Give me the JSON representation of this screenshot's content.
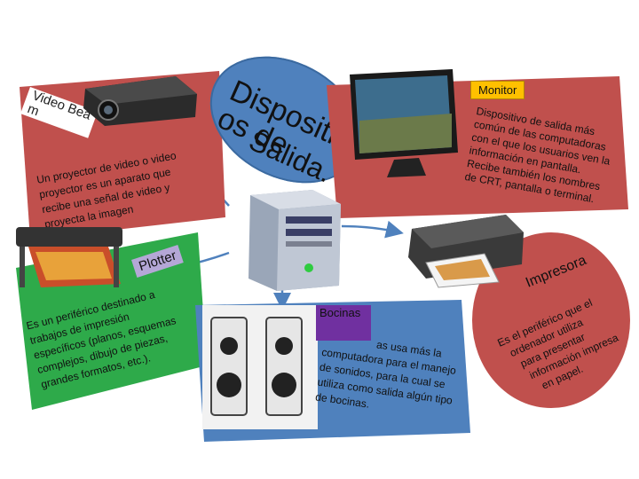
{
  "title": {
    "line1": "Dispositivos de",
    "line2": "Salida."
  },
  "video_beam": {
    "label_line1": "Video Bea",
    "label_line2": "m",
    "desc": [
      "Un proyector de video o video",
      "proyector es un aparato que",
      "recibe una señal de video y",
      "proyecta la imagen"
    ],
    "colors": {
      "panel": "#c0504d",
      "label_box": "#ffffff"
    }
  },
  "monitor": {
    "label": "Monitor",
    "desc": [
      "Dispositivo de salida más",
      "común de las computadoras",
      "con el que los usuarios ven la",
      "información en pantalla.",
      "Recibe también los nombres",
      "de CRT, pantalla o terminal."
    ],
    "colors": {
      "panel": "#c0504d",
      "label_box": "#ffc000"
    }
  },
  "plotter": {
    "label": "Plotter",
    "desc": [
      "Es un periférico destinado a",
      "trabajos de impresión",
      "específicos (planos, esquemas",
      "complejos, dibujo de piezas,",
      "grandes formatos, etc.)."
    ],
    "colors": {
      "panel": "#2eaa4a",
      "label_box": "#b4a7d6"
    }
  },
  "bocinas": {
    "label": "Bocinas",
    "desc": [
      "as usa más la",
      "computadora para el manejo",
      "de sonidos, para la cual se",
      "utiliza como salida algún tipo",
      "de bocinas."
    ],
    "colors": {
      "panel": "#4f81bd",
      "label_box": "#7030a0"
    }
  },
  "impresora": {
    "label": "Impresora",
    "desc": [
      "Es el periférico que el",
      "ordenador utiliza",
      "para presentar",
      "información impresa",
      "en papel."
    ],
    "colors": {
      "panel": "#c0504d"
    }
  },
  "icons": [
    "projector-icon",
    "monitor-icon",
    "computer-tower-icon",
    "plotter-icon",
    "speakers-icon",
    "printer-icon"
  ],
  "colors": {
    "title_ellipse": "#4f81bd",
    "arrow": "#4f81bd"
  }
}
